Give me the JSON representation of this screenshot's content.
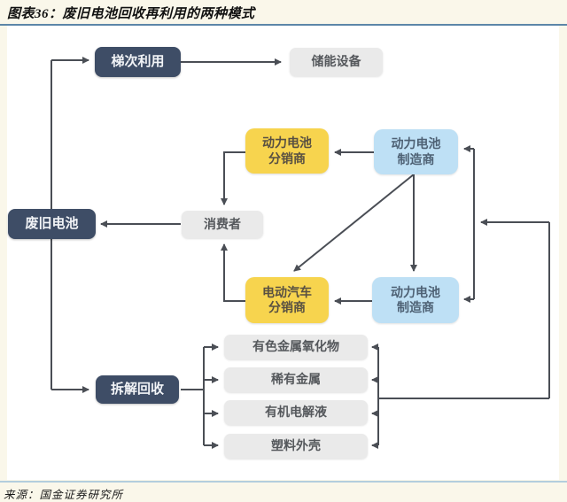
{
  "figure": {
    "title": "图表36：废旧电池回收再利用的两种模式",
    "source": "来源：国金证券研究所"
  },
  "colors": {
    "navy_box": "#3E4D66",
    "gray_box": "#EAEAEA",
    "yellow_box": "#F7D44E",
    "blue_box": "#BEE0F5",
    "arrow": "#4A4E55",
    "title_rule": "#5C86A8",
    "footer_rule": "#B3CEDD",
    "page_background": "#FAF7EA"
  },
  "nodes": {
    "waste_battery": {
      "label": "废旧电池"
    },
    "cascade_use": {
      "label": "梯次利用"
    },
    "storage_equipment": {
      "label": "储能设备"
    },
    "battery_distributor": {
      "label": "动力电池\n分销商"
    },
    "battery_manufacturer_top": {
      "label": "动力电池\n制造商"
    },
    "consumer": {
      "label": "消费者"
    },
    "ev_distributor": {
      "label": "电动汽车\n分销商"
    },
    "battery_manufacturer_bottom": {
      "label": "动力电池\n制造商"
    },
    "dismantle_recycle": {
      "label": "拆解回收"
    },
    "nonferrous_metal_oxide": {
      "label": "有色金属氧化物"
    },
    "rare_metal": {
      "label": "稀有金属"
    },
    "organic_electrolyte": {
      "label": "有机电解液"
    },
    "plastic_shell": {
      "label": "塑料外壳"
    }
  },
  "edges": [
    {
      "from": "废旧电池",
      "to": "梯次利用"
    },
    {
      "from": "梯次利用",
      "to": "储能设备"
    },
    {
      "from": "废旧电池",
      "to": "拆解回收"
    },
    {
      "from": "消费者",
      "to": "废旧电池"
    },
    {
      "from": "动力电池分销商",
      "to": "消费者"
    },
    {
      "from": "电动汽车分销商",
      "to": "消费者"
    },
    {
      "from": "动力电池制造商(上)",
      "to": "动力电池分销商"
    },
    {
      "from": "动力电池制造商(上)",
      "to": "电动汽车分销商"
    },
    {
      "from": "动力电池制造商(上)",
      "to": "动力电池制造商(下)"
    },
    {
      "from": "动力电池制造商(下)",
      "to": "电动汽车分销商"
    },
    {
      "from": "拆解回收",
      "to": "有色金属氧化物"
    },
    {
      "from": "拆解回收",
      "to": "稀有金属"
    },
    {
      "from": "拆解回收",
      "to": "有机电解液"
    },
    {
      "from": "拆解回收",
      "to": "塑料外壳"
    },
    {
      "from": "回收材料",
      "to": "动力电池制造商(上)"
    },
    {
      "from": "回收材料",
      "to": "动力电池制造商(下)"
    }
  ]
}
